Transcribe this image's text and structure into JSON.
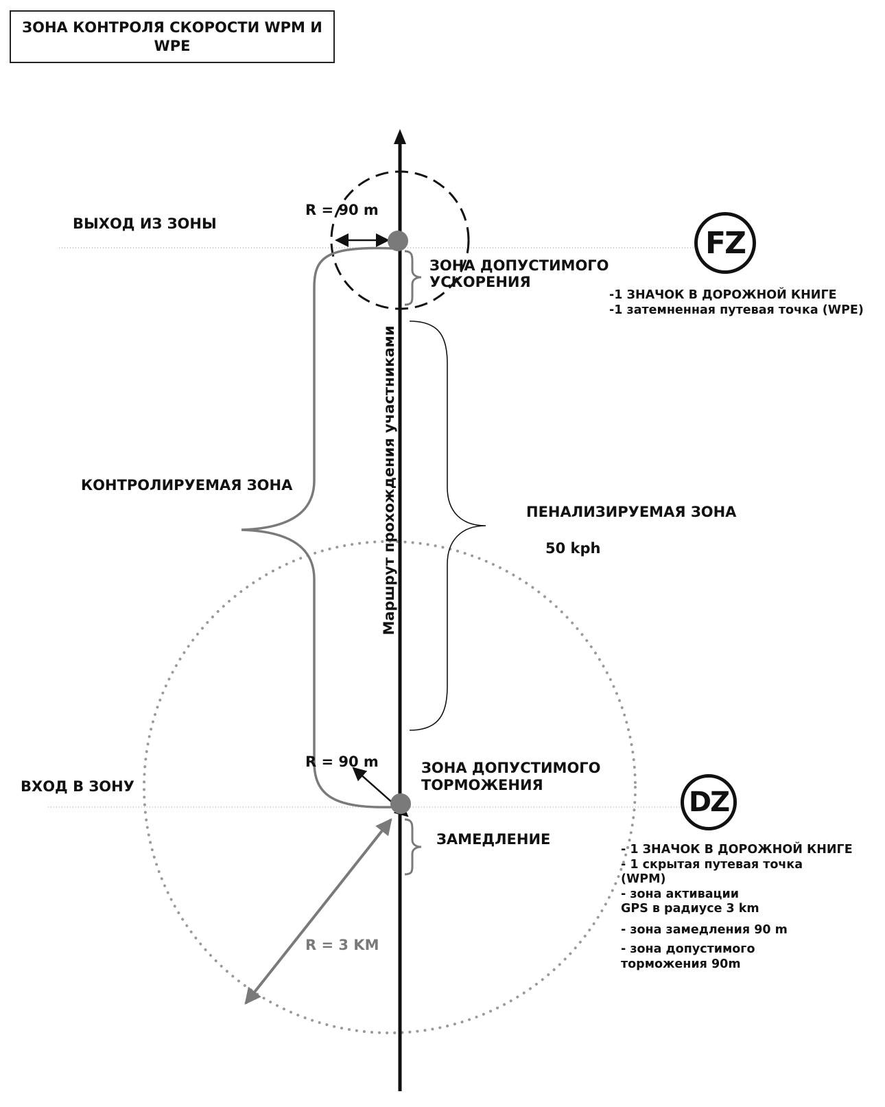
{
  "title": "ЗОНА КОНТРОЛЯ СКОРОСТИ WPM И WPE",
  "route_label": "Маршрут прохождения участниками",
  "exit_label": "ВЫХОД ИЗ ЗОНЫ",
  "entry_label": "ВХОД В ЗОНУ",
  "controlled_zone_label": "КОНТРОЛИРУЕМАЯ ЗОНА",
  "penalized_zone_label": "ПЕНАЛИЗИРУЕМАЯ ЗОНА",
  "speed_limit": "50 kph",
  "accel_zone_label": [
    "ЗОНА ДОПУСТИМОГО",
    "УСКОРЕНИЯ"
  ],
  "brake_zone_label": [
    "ЗОНА ДОПУСТИМОГО",
    "ТОРМОЖЕНИЯ"
  ],
  "slowdown_label": "ЗАМЕДЛЕНИЕ",
  "radius_top": "R = 90 m",
  "radius_bottom": "R = 90 m",
  "radius_large": "R = 3 KM",
  "fz_badge": "FZ",
  "dz_badge": "DZ",
  "fz_notes": [
    "-1 ЗНАЧОК В ДОРОЖНОЙ КНИГЕ",
    "-1 затемненная путевая точка (WPE)"
  ],
  "dz_notes": [
    "- 1 ЗНАЧОК В ДОРОЖНОЙ КНИГЕ",
    "- 1 скрытая путевая точка",
    "(WPM)",
    "- зона активации",
    "GPS в радиусе 3 km",
    "- зона замедления 90 m",
    "- зона допустимого",
    "торможения 90m"
  ],
  "colors": {
    "line": "#111111",
    "gray": "#7a7a7a",
    "dotted": "#9a9a9a",
    "background": "#ffffff"
  }
}
